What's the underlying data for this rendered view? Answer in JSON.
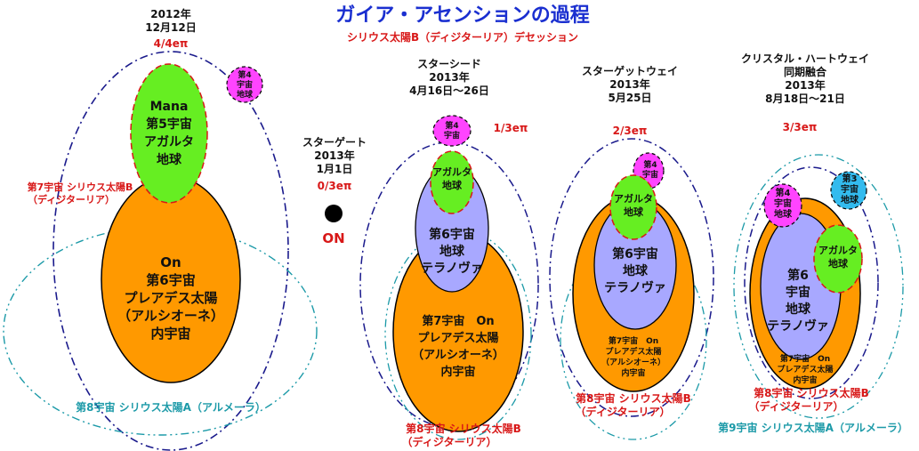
{
  "title": "ガイア・アセンションの過程",
  "subtitle": "シリウス太陽B（ディジターリア）デセッション",
  "colors": {
    "title": "#1a2fd0",
    "red": "#d81818",
    "orange": "#ff9900",
    "green": "#66ee22",
    "lavender": "#a8a8ff",
    "magenta": "#ff44ff",
    "cyan": "#33bbee",
    "teal": "#1c9aa8",
    "navy": "#1a1a8c"
  },
  "stage1": {
    "date": [
      "2012年",
      "12月12日"
    ],
    "ratio": "4/4eπ",
    "top": [
      "Mana",
      "第5宇宙",
      "アガルタ",
      "地球"
    ],
    "bottom": [
      "On",
      "第6宇宙",
      "プレアデス太陽",
      "（アルシオーネ）",
      "内宇宙"
    ],
    "small": [
      "第4",
      "宇宙",
      "地球"
    ],
    "sirius_b": [
      "第7宇宙 シリウス太陽B",
      "（ディジターリア）"
    ],
    "sirius_a": "第8宇宙 シリウス太陽A（アルメーラ）"
  },
  "stage2": {
    "date": [
      "スターゲート",
      "2013年",
      "1月1日"
    ],
    "ratio": "0/3eπ",
    "on": "ON"
  },
  "stage3": {
    "date": [
      "スターシード",
      "2013年",
      "4月16日～26日"
    ],
    "ratio": "1/3eπ",
    "small": [
      "第4",
      "宇宙"
    ],
    "green": [
      "アガルタ",
      "地球"
    ],
    "lav": [
      "第6宇宙",
      "地球",
      "テラノヴァ"
    ],
    "orange": [
      "第7宇宙　On",
      "プレアデス太陽",
      "（アルシオーネ）",
      "内宇宙"
    ],
    "sirius_b": [
      "第8宇宙 シリウス太陽B",
      "（ディジターリア）"
    ]
  },
  "stage4": {
    "date": [
      "スターゲットウェイ",
      "2013年",
      "5月25日"
    ],
    "ratio": "2/3eπ",
    "small": [
      "第4",
      "宇宙"
    ],
    "green": [
      "アガルタ",
      "地球"
    ],
    "lav": [
      "第6宇宙",
      "地球",
      "テラノヴァ"
    ],
    "orange": [
      "第7宇宙　On",
      "プレアデス太陽",
      "（アルシオーネ）",
      "内宇宙"
    ],
    "sirius_b": [
      "第8宇宙 シリウス太陽B",
      "（ディジターリア）"
    ]
  },
  "stage5": {
    "date": [
      "クリスタル・ハートウェイ",
      "同期融合",
      "2013年",
      "8月18日～21日"
    ],
    "ratio": "3/3eπ",
    "magenta": [
      "第4",
      "宇宙",
      "地球"
    ],
    "cyan": [
      "第3",
      "宇宙",
      "地球"
    ],
    "green": [
      "アガルタ",
      "地球"
    ],
    "lav": [
      "第6",
      "宇宙",
      "地球",
      "テラノヴァ"
    ],
    "orange": [
      "第7宇宙　On",
      "プレアデス太陽",
      "内宇宙"
    ],
    "sirius_b": [
      "第8宇宙 シリウス太陽B",
      "（ディジターリア）"
    ],
    "sirius_a": "第9宇宙 シリウス太陽A（アルメーラ）"
  }
}
